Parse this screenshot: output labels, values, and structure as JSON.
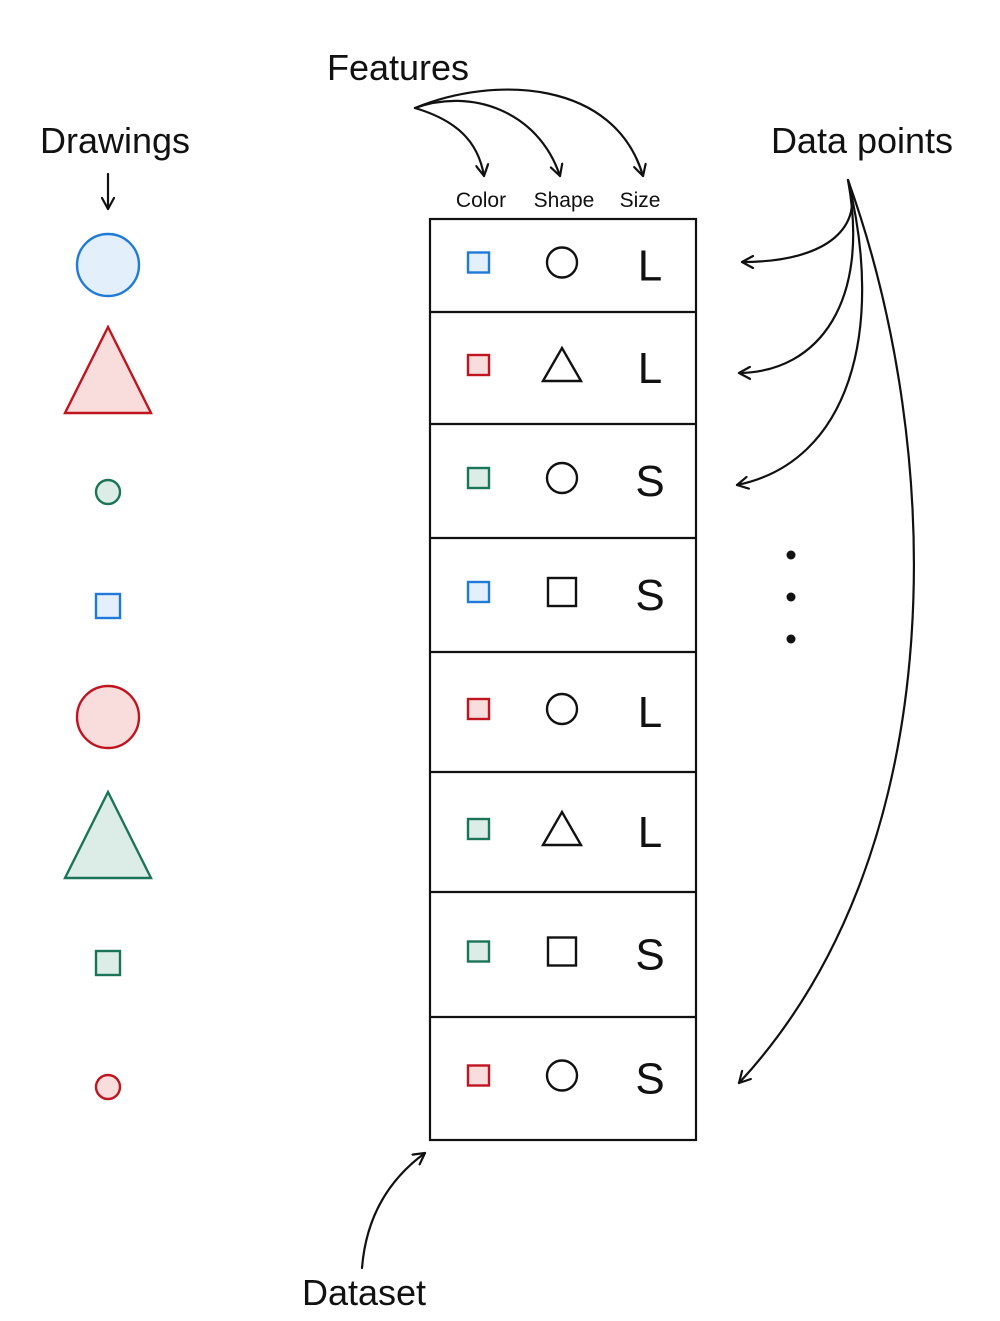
{
  "labels": {
    "features": "Features",
    "drawings": "Drawings",
    "data_points": "Data points",
    "dataset": "Dataset"
  },
  "columns": [
    "Color",
    "Shape",
    "Size"
  ],
  "colors": {
    "blue": {
      "stroke": "#1f7ad8",
      "fill": "#e3effb"
    },
    "red": {
      "stroke": "#c0151f",
      "fill": "#f9dcdc"
    },
    "green": {
      "stroke": "#1a7558",
      "fill": "#dcece6"
    },
    "ink": "#111111"
  },
  "drawings": [
    {
      "shape": "circle",
      "color": "blue",
      "size": "L"
    },
    {
      "shape": "triangle",
      "color": "red",
      "size": "L"
    },
    {
      "shape": "circle",
      "color": "green",
      "size": "S"
    },
    {
      "shape": "square",
      "color": "blue",
      "size": "S"
    },
    {
      "shape": "circle",
      "color": "red",
      "size": "L"
    },
    {
      "shape": "triangle",
      "color": "green",
      "size": "L"
    },
    {
      "shape": "square",
      "color": "green",
      "size": "S"
    },
    {
      "shape": "circle",
      "color": "red",
      "size": "S"
    }
  ],
  "rows": [
    {
      "color": "blue",
      "shape": "circle",
      "size": "L"
    },
    {
      "color": "red",
      "shape": "triangle",
      "size": "L"
    },
    {
      "color": "green",
      "shape": "circle",
      "size": "S"
    },
    {
      "color": "blue",
      "shape": "square",
      "size": "S"
    },
    {
      "color": "red",
      "shape": "circle",
      "size": "L"
    },
    {
      "color": "green",
      "shape": "triangle",
      "size": "L"
    },
    {
      "color": "green",
      "shape": "square",
      "size": "S"
    },
    {
      "color": "red",
      "shape": "circle",
      "size": "S"
    }
  ],
  "icons": {
    "drawings_arrow": "down-arrow-icon",
    "ellipsis": "vertical-ellipsis-icon"
  }
}
